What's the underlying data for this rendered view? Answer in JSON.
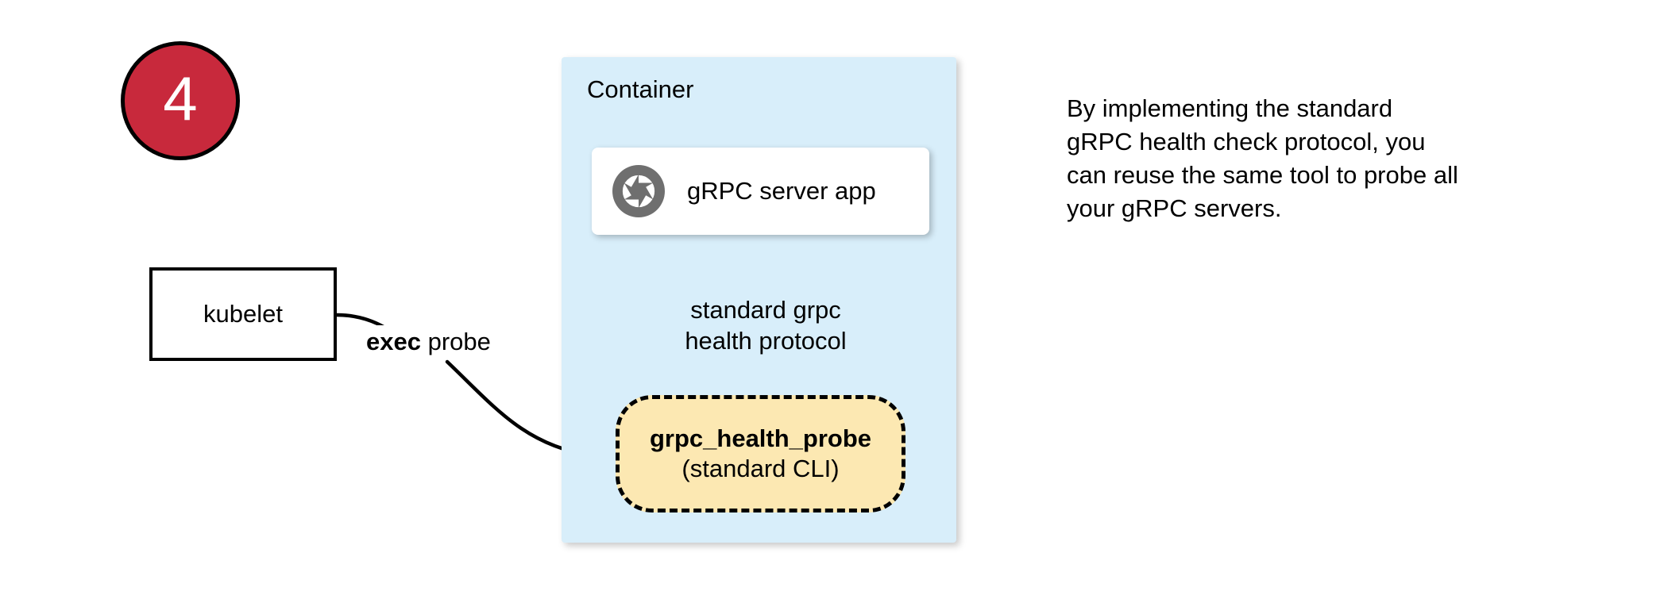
{
  "step": {
    "number": "4"
  },
  "container": {
    "label": "Container",
    "fill_color": "#d8eefa"
  },
  "app_card": {
    "icon": "grpc-aperture-icon",
    "label": "gRPC server app",
    "icon_color": "#6f6f6f"
  },
  "kubelet": {
    "label": "kubelet"
  },
  "probe": {
    "title": "grpc_health_probe",
    "subtitle": "(standard CLI)",
    "fill_color": "#fce8b2"
  },
  "edges": {
    "exec_probe": {
      "bold_text": "exec",
      "rest_text": " probe"
    },
    "protocol": {
      "line1": "standard grpc",
      "line2": "health protocol"
    }
  },
  "caption": {
    "line1": "By implementing the standard",
    "line2": "gRPC health check protocol, you",
    "line3": "can reuse the same tool to probe all",
    "line4": "your gRPC servers."
  },
  "colors": {
    "badge_red": "#c8293c",
    "container_blue": "#d8eefa",
    "probe_yellow": "#fce8b2",
    "stroke_black": "#000000"
  }
}
